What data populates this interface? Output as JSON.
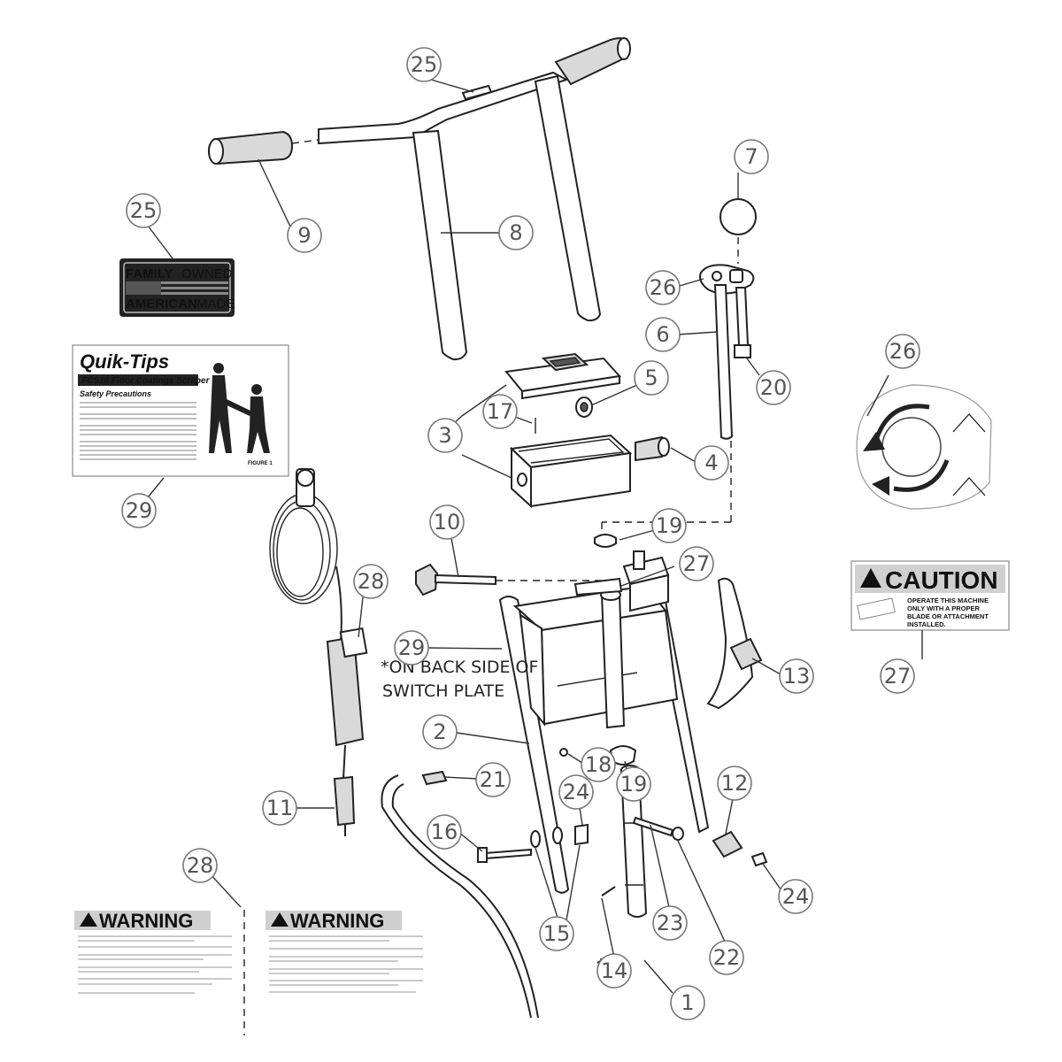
{
  "callouts": [
    {
      "id": "1",
      "label": "1"
    },
    {
      "id": "2",
      "label": "2"
    },
    {
      "id": "3",
      "label": "3"
    },
    {
      "id": "4",
      "label": "4"
    },
    {
      "id": "5",
      "label": "5"
    },
    {
      "id": "6",
      "label": "6"
    },
    {
      "id": "7",
      "label": "7"
    },
    {
      "id": "8",
      "label": "8"
    },
    {
      "id": "9",
      "label": "9"
    },
    {
      "id": "10",
      "label": "10"
    },
    {
      "id": "11",
      "label": "11"
    },
    {
      "id": "12",
      "label": "12"
    },
    {
      "id": "13",
      "label": "13"
    },
    {
      "id": "14",
      "label": "14"
    },
    {
      "id": "15",
      "label": "15"
    },
    {
      "id": "16",
      "label": "16"
    },
    {
      "id": "17",
      "label": "17"
    },
    {
      "id": "18",
      "label": "18"
    },
    {
      "id": "19a",
      "label": "19"
    },
    {
      "id": "19b",
      "label": "19"
    },
    {
      "id": "20",
      "label": "20"
    },
    {
      "id": "21",
      "label": "21"
    },
    {
      "id": "22",
      "label": "22"
    },
    {
      "id": "23",
      "label": "23"
    },
    {
      "id": "24a",
      "label": "24"
    },
    {
      "id": "24b",
      "label": "24"
    },
    {
      "id": "25a",
      "label": "25"
    },
    {
      "id": "25b",
      "label": "25"
    },
    {
      "id": "26a",
      "label": "26"
    },
    {
      "id": "26b",
      "label": "26"
    },
    {
      "id": "27a",
      "label": "27"
    },
    {
      "id": "27b",
      "label": "27"
    },
    {
      "id": "28a",
      "label": "28"
    },
    {
      "id": "28b",
      "label": "28"
    },
    {
      "id": "29a",
      "label": "29"
    },
    {
      "id": "29b",
      "label": "29"
    }
  ],
  "note": {
    "line1": "*ON BACK SIDE OF",
    "line2": "SWITCH PLATE"
  },
  "decals": {
    "family": {
      "word1": "FAMILY",
      "word2": "OWNED",
      "word3": "AMERICAN",
      "word4": "MADE"
    },
    "quiktips": {
      "title": "Quik-Tips",
      "subtitle": "FCS16 Floor Coatings Scraper",
      "section": "Safety Precautions",
      "figure": "FIGURE 1"
    },
    "caution": {
      "header": "CAUTION",
      "line1": "OPERATE THIS MACHINE",
      "line2": "ONLY WITH A PROPER",
      "line3": "BLADE OR ATTACHMENT",
      "line4": "INSTALLED."
    },
    "warning": {
      "header": "WARNING"
    }
  }
}
